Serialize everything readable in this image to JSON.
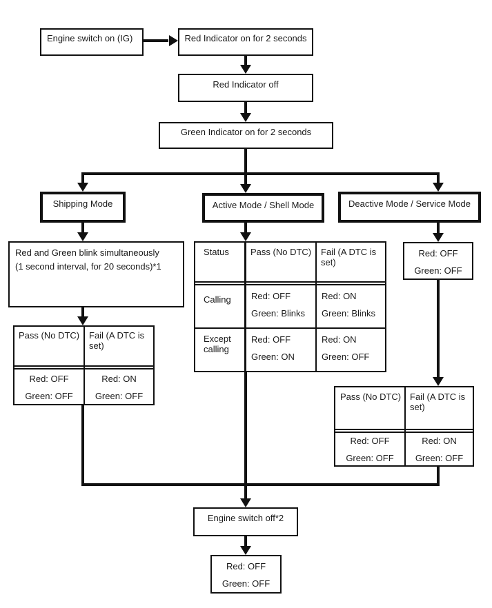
{
  "colors": {
    "line": "#111111",
    "background": "#ffffff",
    "text": "#1a1a1a"
  },
  "flow": {
    "engine_on": "Engine switch on (IG)",
    "red_indicator_on": "Red Indicator on for 2 seconds",
    "red_indicator_off": "Red Indicator off",
    "green_indicator_on": "Green Indicator on for 2 seconds",
    "engine_off": "Engine switch off*2",
    "final_state": {
      "red": "Red: OFF",
      "green": "Green: OFF"
    }
  },
  "modes": {
    "shipping": {
      "title": "Shipping Mode",
      "note_line1": "Red and Green blink simultaneously",
      "note_line2": "(1 second interval, for 20 seconds)*1",
      "table": {
        "pass_header": "Pass (No DTC)",
        "fail_header": "Fail (A DTC is set)",
        "pass": {
          "red": "Red: OFF",
          "green": "Green: OFF"
        },
        "fail": {
          "red": "Red: ON",
          "green": "Green: OFF"
        }
      }
    },
    "active": {
      "title": "Active Mode / Shell Mode",
      "table": {
        "status_header": "Status",
        "pass_header": "Pass (No DTC)",
        "fail_header": "Fail (A DTC is set)",
        "rows": [
          {
            "status": "Calling",
            "pass": {
              "red": "Red: OFF",
              "green": "Green: Blinks"
            },
            "fail": {
              "red": "Red: ON",
              "green": "Green: Blinks"
            }
          },
          {
            "status": "Except calling",
            "pass": {
              "red": "Red: OFF",
              "green": "Green: ON"
            },
            "fail": {
              "red": "Red: ON",
              "green": "Green: OFF"
            }
          }
        ]
      }
    },
    "deactive": {
      "title": "Deactive Mode / Service Mode",
      "state": {
        "red": "Red: OFF",
        "green": "Green: OFF"
      },
      "table": {
        "pass_header": "Pass (No DTC)",
        "fail_header": "Fail (A DTC is set)",
        "pass": {
          "red": "Red: OFF",
          "green": "Green: OFF"
        },
        "fail": {
          "red": "Red: ON",
          "green": "Green: OFF"
        }
      }
    }
  }
}
